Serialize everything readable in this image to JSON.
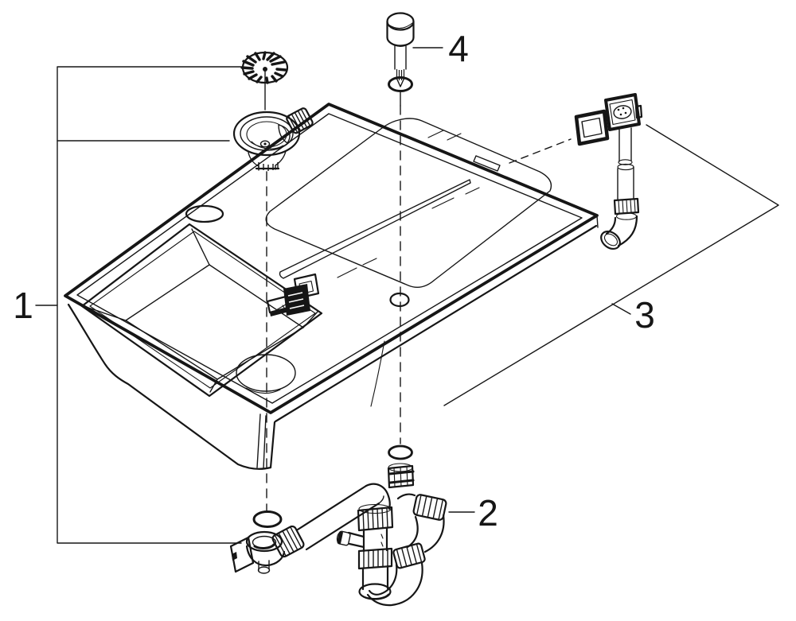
{
  "diagram": {
    "type": "exploded-parts-diagram",
    "background": "#ffffff",
    "line_color": "#161616",
    "parts": [
      {
        "label": "1"
      },
      {
        "label": "2"
      },
      {
        "label": "3"
      },
      {
        "label": "4"
      }
    ]
  }
}
